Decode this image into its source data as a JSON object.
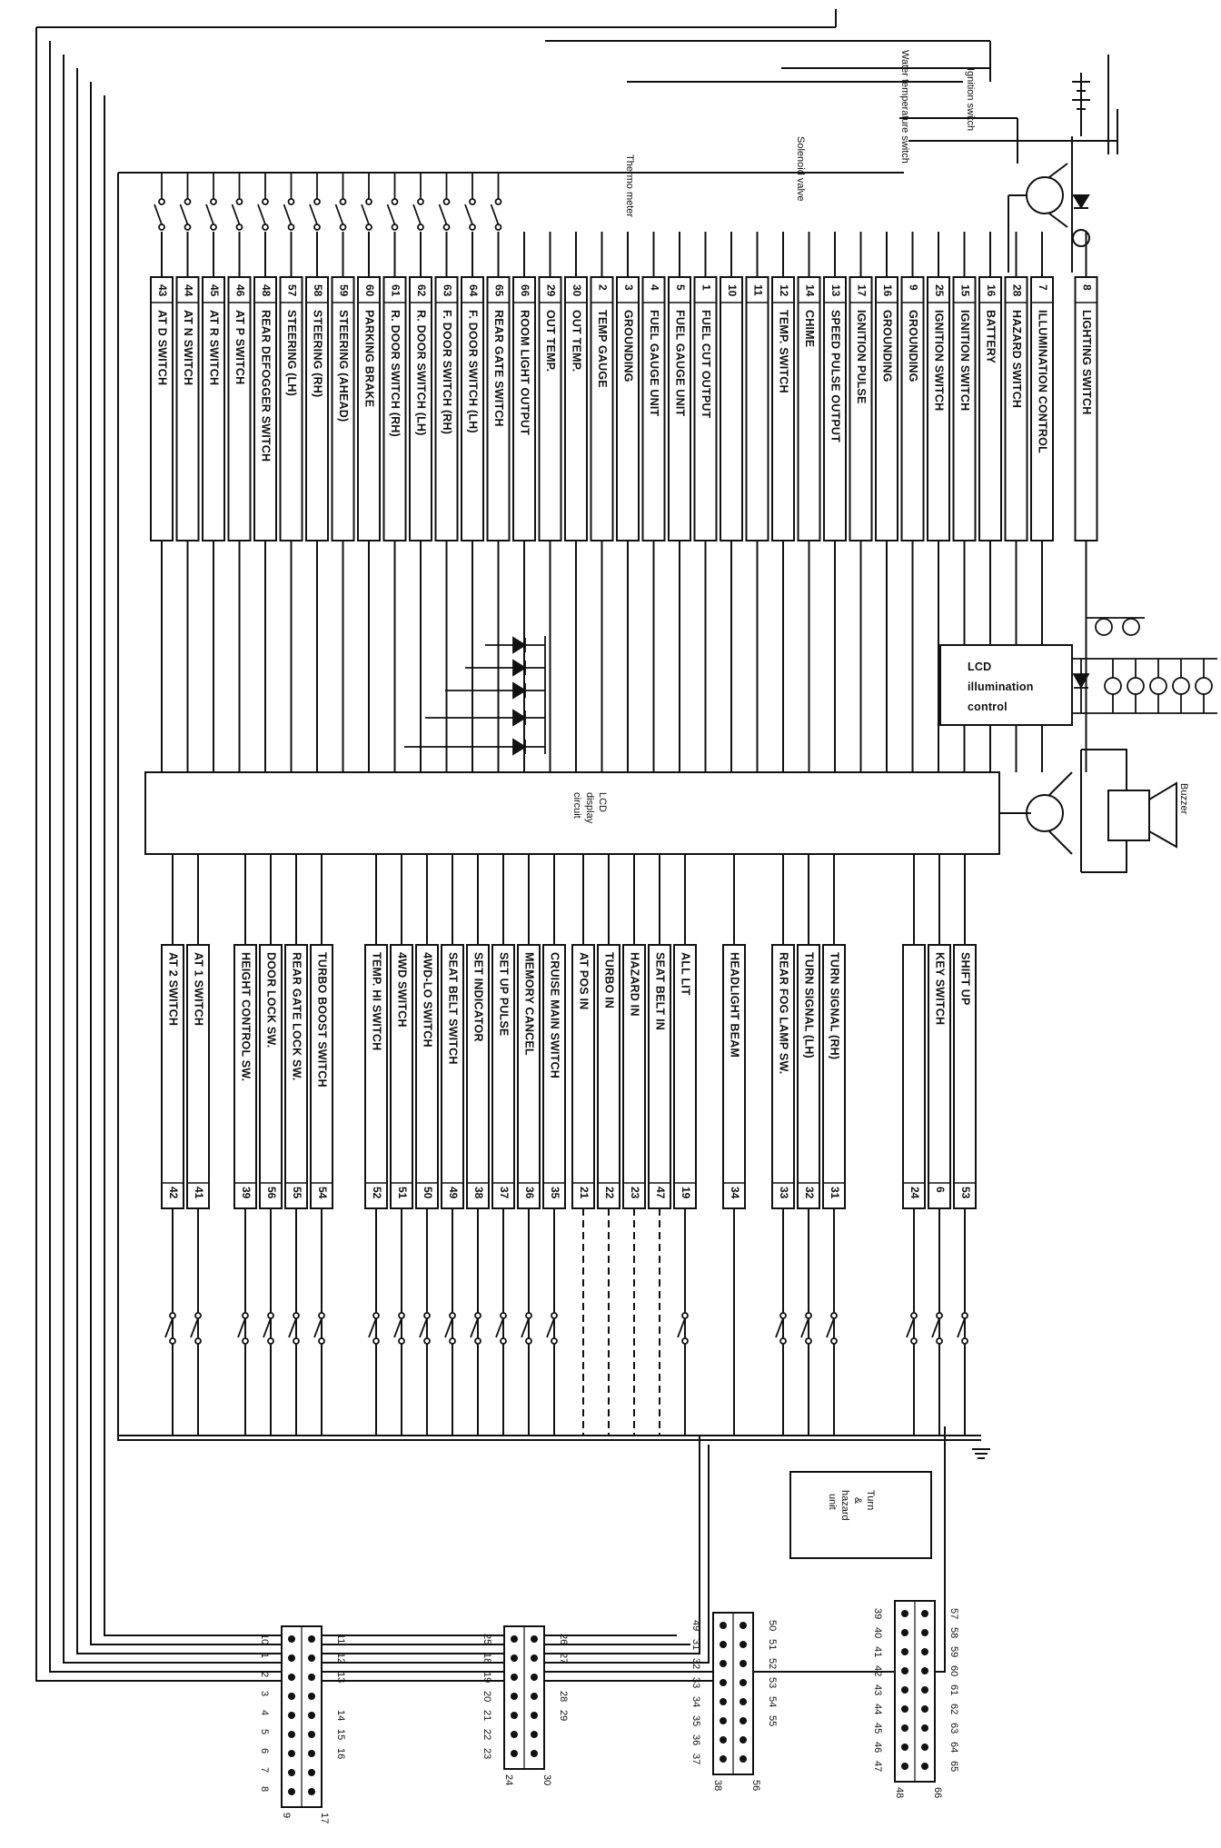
{
  "upper_terminals": [
    {
      "pin": "43",
      "label": "AT D SWITCH"
    },
    {
      "pin": "44",
      "label": "AT N SWITCH"
    },
    {
      "pin": "45",
      "label": "AT R SWITCH"
    },
    {
      "pin": "46",
      "label": "AT P SWITCH"
    },
    {
      "pin": "48",
      "label": "REAR DEFOGGER SWITCH"
    },
    {
      "pin": "57",
      "label": "STEERING (LH)"
    },
    {
      "pin": "58",
      "label": "STEERING (RH)"
    },
    {
      "pin": "59",
      "label": "STEERING (AHEAD)"
    },
    {
      "pin": "60",
      "label": "PARKING BRAKE"
    },
    {
      "pin": "61",
      "label": "R. DOOR SWITCH (RH)"
    },
    {
      "pin": "62",
      "label": "R. DOOR SWITCH (LH)"
    },
    {
      "pin": "63",
      "label": "F. DOOR SWITCH (RH)"
    },
    {
      "pin": "64",
      "label": "F. DOOR SWITCH (LH)"
    },
    {
      "pin": "65",
      "label": "REAR GATE SWITCH"
    },
    {
      "pin": "66",
      "label": "ROOM LIGHT OUTPUT"
    },
    {
      "pin": "29",
      "label": "OUT TEMP."
    },
    {
      "pin": "30",
      "label": "OUT TEMP."
    },
    {
      "pin": "2",
      "label": "TEMP GAUGE"
    },
    {
      "pin": "3",
      "label": "GROUNDING"
    },
    {
      "pin": "4",
      "label": "FUEL GAUGE UNIT"
    },
    {
      "pin": "5",
      "label": "FUEL GAUGE UNIT"
    },
    {
      "pin": "1",
      "label": "FUEL CUT OUTPUT"
    },
    {
      "pin": "10",
      "label": ""
    },
    {
      "pin": "11",
      "label": ""
    },
    {
      "pin": "12",
      "label": "TEMP. SWITCH"
    },
    {
      "pin": "14",
      "label": "CHIME"
    },
    {
      "pin": "13",
      "label": "SPEED PULSE OUTPUT"
    },
    {
      "pin": "17",
      "label": "IGNITION PULSE"
    },
    {
      "pin": "16",
      "label": "GROUNDING"
    },
    {
      "pin": "9",
      "label": "GROUNDING"
    },
    {
      "pin": "25",
      "label": "IGNITION SWITCH"
    },
    {
      "pin": "15",
      "label": "IGNITION SWITCH"
    },
    {
      "pin": "16",
      "label": "BATTERY"
    },
    {
      "pin": "28",
      "label": "HAZARD SWITCH"
    },
    {
      "pin": "7",
      "label": "ILLUMINATION CONTROL"
    },
    {
      "pin": "8",
      "label": "LIGHTING SWITCH"
    }
  ],
  "lower_terminals": [
    {
      "pin": "42",
      "label": "AT 2 SWITCH"
    },
    {
      "pin": "41",
      "label": "AT 1 SWITCH"
    },
    {
      "pin": "39",
      "label": "HEIGHT CONTROL SW."
    },
    {
      "pin": "56",
      "label": "DOOR LOCK SW."
    },
    {
      "pin": "55",
      "label": "REAR GATE LOCK SW."
    },
    {
      "pin": "54",
      "label": "TURBO BOOST SWITCH"
    },
    {
      "pin": "52",
      "label": "TEMP. HI SWITCH"
    },
    {
      "pin": "51",
      "label": "4WD SWITCH"
    },
    {
      "pin": "50",
      "label": "4WD-LO SWITCH"
    },
    {
      "pin": "49",
      "label": "SEAT BELT SWITCH"
    },
    {
      "pin": "38",
      "label": "SET INDICATOR"
    },
    {
      "pin": "37",
      "label": "SET UP PULSE"
    },
    {
      "pin": "36",
      "label": "MEMORY CANCEL"
    },
    {
      "pin": "35",
      "label": "CRUISE MAIN SWITCH"
    },
    {
      "pin": "21",
      "label": "AT POS IN"
    },
    {
      "pin": "22",
      "label": "TURBO IN"
    },
    {
      "pin": "23",
      "label": "HAZARD IN"
    },
    {
      "pin": "47",
      "label": "SEAT BELT IN"
    },
    {
      "pin": "19",
      "label": "ALL LIT"
    },
    {
      "pin": "34",
      "label": "HEADLIGHT BEAM"
    },
    {
      "pin": "33",
      "label": "REAR FOG LAMP SW."
    },
    {
      "pin": "32",
      "label": "TURN SIGNAL (LH)"
    },
    {
      "pin": "31",
      "label": "TURN SIGNAL (RH)"
    },
    {
      "pin": "24",
      "label": ""
    },
    {
      "pin": "6",
      "label": "KEY SWITCH"
    },
    {
      "pin": "53",
      "label": "SHIFT UP"
    }
  ],
  "components": {
    "lcd_display": [
      "LCD",
      "display",
      "circuit"
    ],
    "lcd_illumination": [
      "LCD",
      "illumination",
      "control"
    ],
    "buzzer": "Buzzer",
    "turn_hazard": [
      "Turn",
      "&",
      "hazard",
      "unit"
    ],
    "thermo_meter": "Thermo meter",
    "solenoid_valve": "Solenoid valve",
    "water_temp_switch": "Water temperature switch",
    "ignition_switch": "Ignition switch",
    "battery_symbol": "⊕"
  },
  "connectors": [
    {
      "left": [
        "11",
        "12",
        "13",
        "",
        "14",
        "15",
        "16"
      ],
      "right": [
        "10",
        "1",
        "2",
        "3",
        "4",
        "5",
        "6",
        "7",
        "8"
      ],
      "tail": [
        "17",
        "9"
      ]
    },
    {
      "left": [
        "26",
        "27",
        "",
        "28",
        "29"
      ],
      "right": [
        "25",
        "18",
        "19",
        "20",
        "21",
        "22",
        "23"
      ],
      "tail": [
        "30",
        "24"
      ]
    },
    {
      "left": [
        "50",
        "51",
        "52",
        "53",
        "54",
        "55"
      ],
      "right": [
        "49",
        "31",
        "32",
        "33",
        "34",
        "35",
        "36",
        "37"
      ],
      "tail": [
        "56",
        "38"
      ]
    },
    {
      "left": [
        "57",
        "58",
        "59",
        "60",
        "61",
        "62",
        "63",
        "64",
        "65"
      ],
      "right": [
        "39",
        "40",
        "41",
        "42",
        "43",
        "44",
        "45",
        "46",
        "47"
      ],
      "tail": [
        "66",
        "48"
      ]
    }
  ]
}
